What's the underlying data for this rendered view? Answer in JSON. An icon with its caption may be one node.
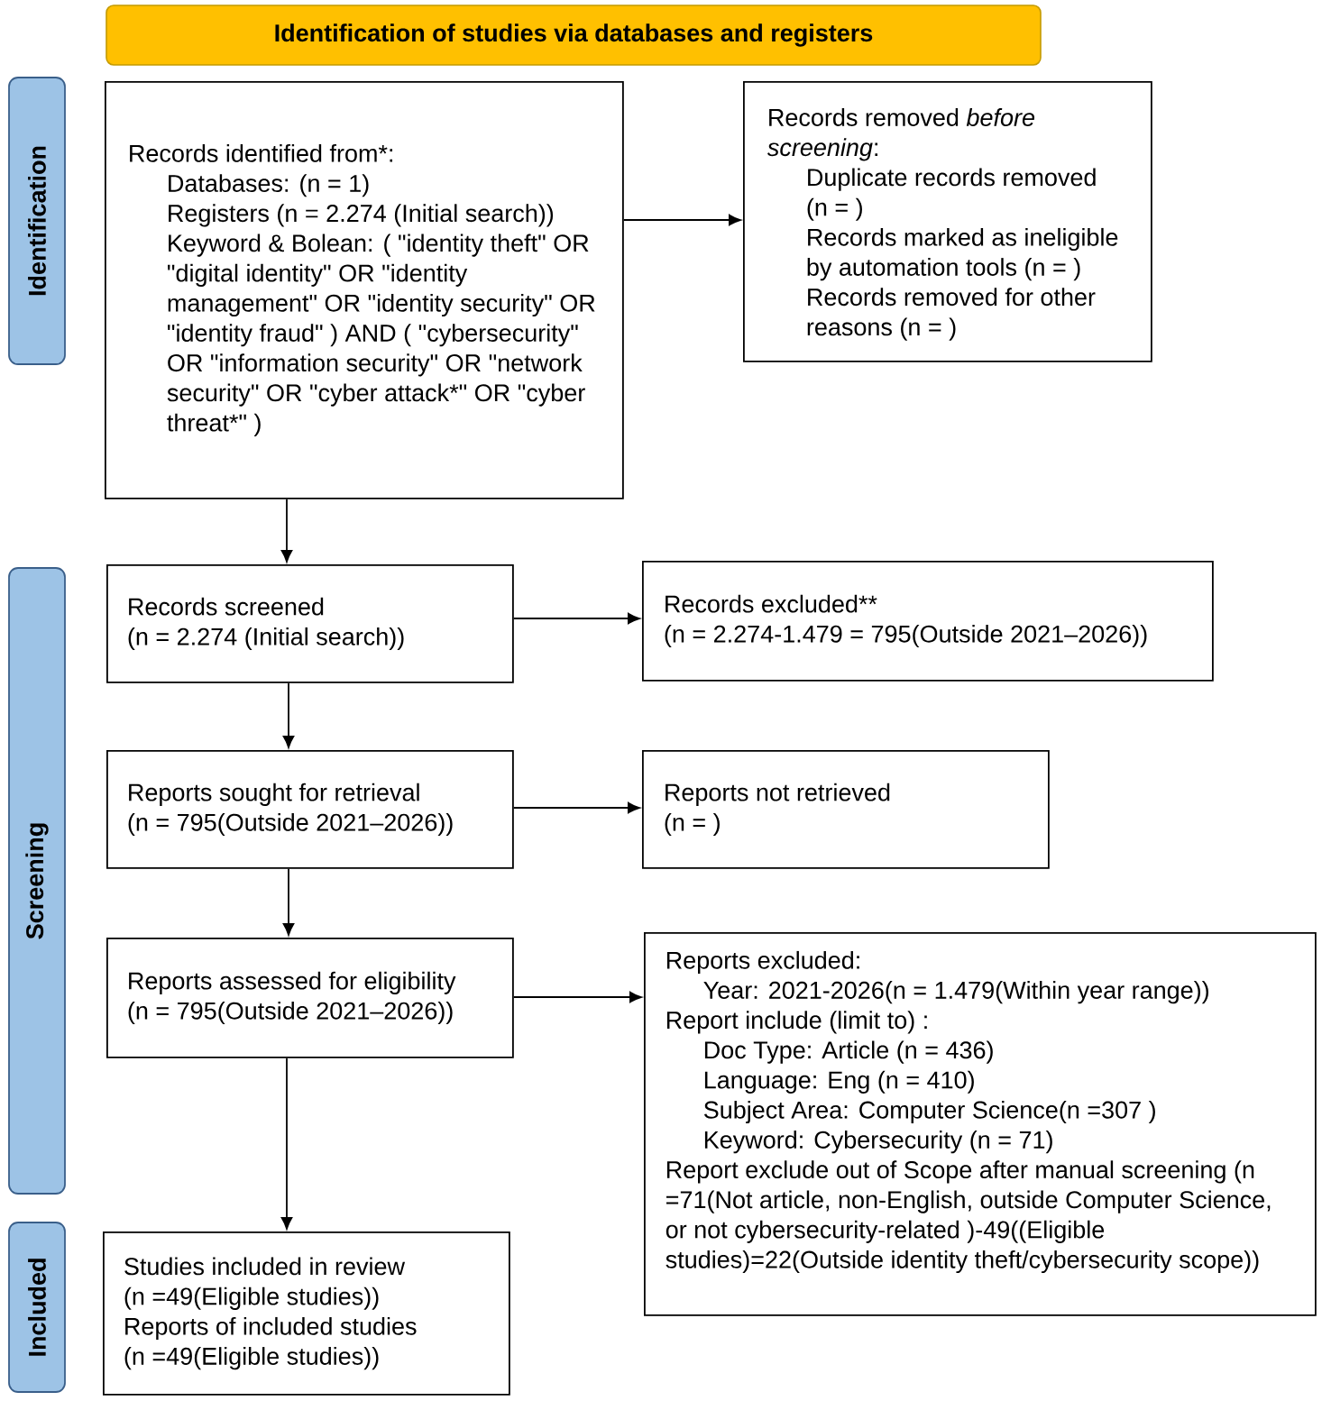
{
  "diagram": {
    "nodes": [
      {
        "text": [
          "Identification of studies via databases and registers"
        ]
      },
      {
        "text": [
          "Identification"
        ]
      },
      {
        "text": [
          "Records identified from*:",
          "Databases: (n = 1)",
          "Registers (n = 2.274 (Initial search))",
          "Keyword & Bolean: ( \"identity theft\" OR \"digital identity\" OR \"identity management\" OR \"identity security\" OR \"identity fraud\" ) AND ( \"cybersecurity\" OR \"information security\" OR \"network security\" OR \"cyber attack*\" OR \"cyber threat*\" )"
        ]
      },
      {
        "text": [
          "Records removed *before screening*:",
          "Duplicate records removed (n = )",
          "Records marked as ineligible by automation tools (n = )",
          "Records removed for other reasons (n = )"
        ]
      },
      {
        "text": [
          "Screening"
        ]
      },
      {
        "text": [
          "Records screened",
          "(n = 2.274 (Initial search))"
        ]
      },
      {
        "text": [
          "Records excluded**",
          "(n = 2.274-1.479 = 795(Outside 2021–2026))"
        ]
      },
      {
        "text": [
          "Reports sought for retrieval",
          "(n = 795(Outside 2021–2026))"
        ]
      },
      {
        "text": [
          "Reports not retrieved",
          "(n = )"
        ]
      },
      {
        "text": [
          "Reports assessed for eligibility",
          "(n = 795(Outside 2021–2026))"
        ]
      },
      {
        "text": [
          "Reports excluded:",
          "Year: 2021-2026(n = 1.479(Within year range))",
          "Report include (limit to) :",
          "Doc Type: Article (n = 436)",
          "Language: Eng (n = 410)",
          "Subject Area: Computer Science(n =307 )",
          "Keyword: Cybersecurity (n = 71)",
          "Report exclude out of Scope after manual screening (n =71(Not article, non-English, outside Computer Science, or not cybersecurity-related )-49((Eligible studies)=22(Outside identity theft/cybersecurity scope))"
        ]
      },
      {
        "text": [
          "Included"
        ]
      },
      {
        "text": [
          "Studies included in review",
          "(n =49(Eligible studies))",
          "Reports of included studies",
          "(n =49(Eligible studies))"
        ]
      }
    ],
    "edges": [
      {
        "from": 2,
        "to": 3,
        "arrow": "to"
      },
      {
        "from": 2,
        "to": 5,
        "arrow": "to"
      },
      {
        "from": 5,
        "to": 6,
        "arrow": "to"
      },
      {
        "from": 5,
        "to": 7,
        "arrow": "to"
      },
      {
        "from": 7,
        "to": 8,
        "arrow": "to"
      },
      {
        "from": 7,
        "to": 9,
        "arrow": "to"
      },
      {
        "from": 9,
        "to": 10,
        "arrow": "to"
      },
      {
        "from": 9,
        "to": 12,
        "arrow": "to"
      }
    ]
  }
}
